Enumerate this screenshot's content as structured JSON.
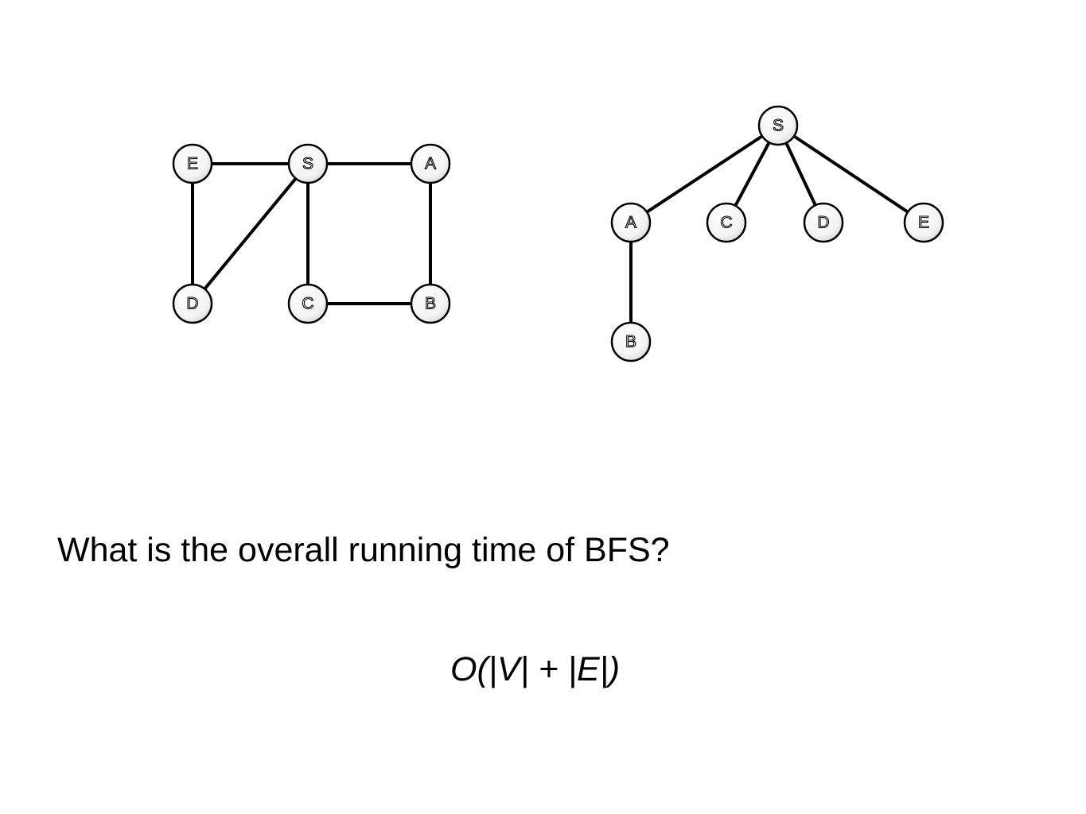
{
  "graph": {
    "nodes": [
      {
        "id": "g-E",
        "label": "E"
      },
      {
        "id": "g-S",
        "label": "S"
      },
      {
        "id": "g-A",
        "label": "A"
      },
      {
        "id": "g-D",
        "label": "D"
      },
      {
        "id": "g-C",
        "label": "C"
      },
      {
        "id": "g-B",
        "label": "B"
      }
    ],
    "edges": [
      [
        "g-E",
        "g-S"
      ],
      [
        "g-S",
        "g-A"
      ],
      [
        "g-E",
        "g-D"
      ],
      [
        "g-S",
        "g-D"
      ],
      [
        "g-S",
        "g-C"
      ],
      [
        "g-A",
        "g-B"
      ],
      [
        "g-C",
        "g-B"
      ]
    ]
  },
  "bfs_tree": {
    "nodes": [
      {
        "id": "t-S",
        "label": "S"
      },
      {
        "id": "t-A",
        "label": "A"
      },
      {
        "id": "t-C",
        "label": "C"
      },
      {
        "id": "t-D",
        "label": "D"
      },
      {
        "id": "t-E",
        "label": "E"
      },
      {
        "id": "t-B",
        "label": "B"
      }
    ],
    "edges": [
      [
        "t-S",
        "t-A"
      ],
      [
        "t-S",
        "t-C"
      ],
      [
        "t-S",
        "t-D"
      ],
      [
        "t-S",
        "t-E"
      ],
      [
        "t-A",
        "t-B"
      ]
    ]
  },
  "question": "What is the overall running time of BFS?",
  "answer": "O(|V| + |E|)",
  "colors": {
    "node_fill": "#ffffff",
    "node_stroke": "#000000",
    "edge": "#000000",
    "text": "#000000"
  }
}
